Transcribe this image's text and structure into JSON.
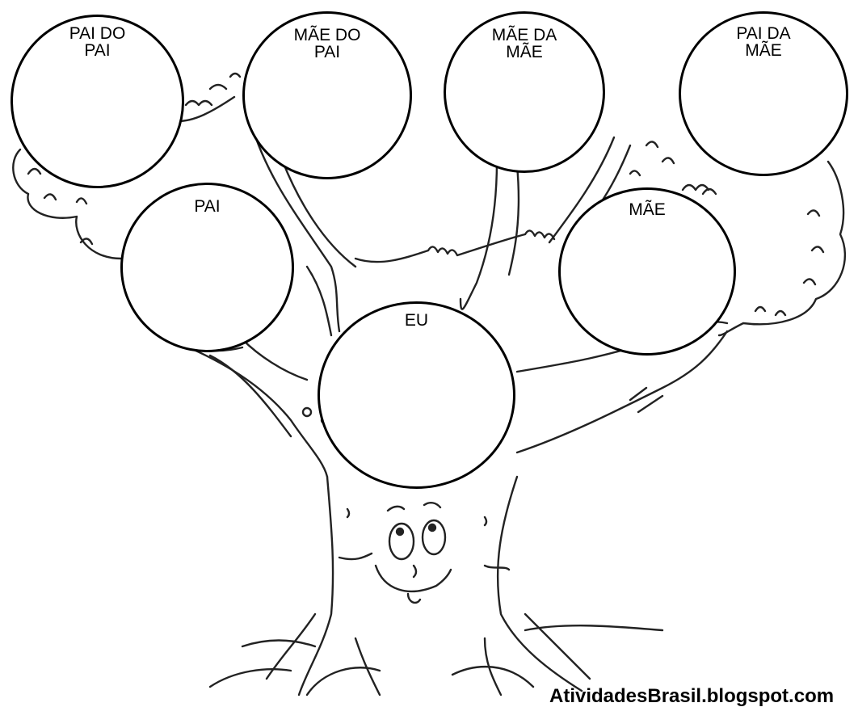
{
  "tree": {
    "nodes": {
      "pai_do_pai": "PAI DO\nPAI",
      "mae_do_pai": "MÃE DO\nPAI",
      "mae_da_mae": "MÃE DA\nMÃE",
      "pai_da_mae": "PAI DA\nMÃE",
      "pai": "PAI",
      "mae": "MÃE",
      "eu": "EU"
    }
  },
  "watermark": "AtividadesBrasil.blogspot.com",
  "colors": {
    "ink": "#000000",
    "paper": "#ffffff"
  }
}
